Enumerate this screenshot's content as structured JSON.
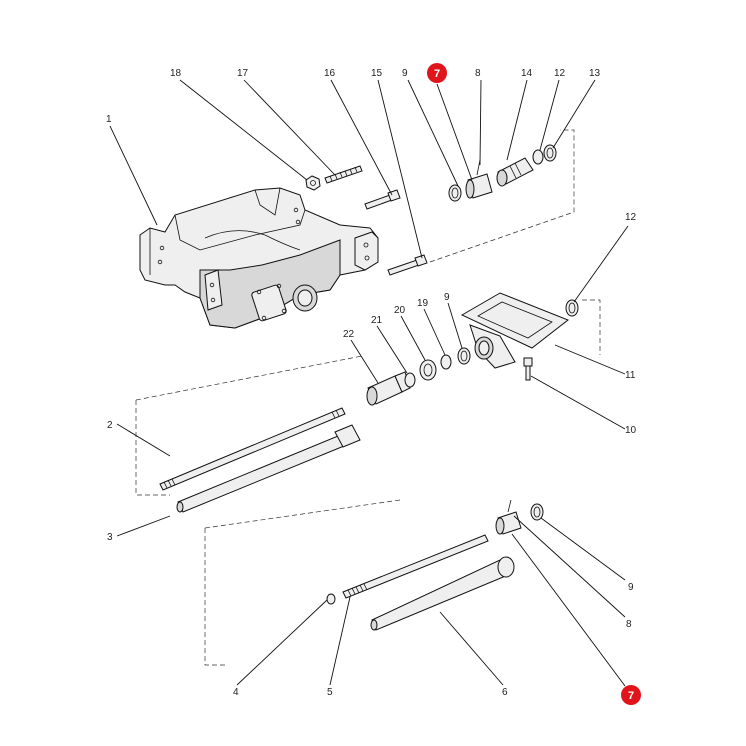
{
  "diagram": {
    "labels": {
      "l1": "1",
      "l2": "2",
      "l3": "3",
      "l4": "4",
      "l5": "5",
      "l6": "6",
      "l7_top": "7",
      "l7_bottom": "7",
      "l8_top": "8",
      "l8_bottom": "8",
      "l9_top": "9",
      "l9_mid": "9",
      "l9_bottom": "9",
      "l10": "10",
      "l11": "11",
      "l12": "12",
      "l12b": "12",
      "l13": "13",
      "l14": "14",
      "l15": "15",
      "l16": "16",
      "l17": "17",
      "l18": "18",
      "l19": "19",
      "l20": "20",
      "l21": "21",
      "l22": "22"
    },
    "highlight_color": "#e0141b"
  }
}
